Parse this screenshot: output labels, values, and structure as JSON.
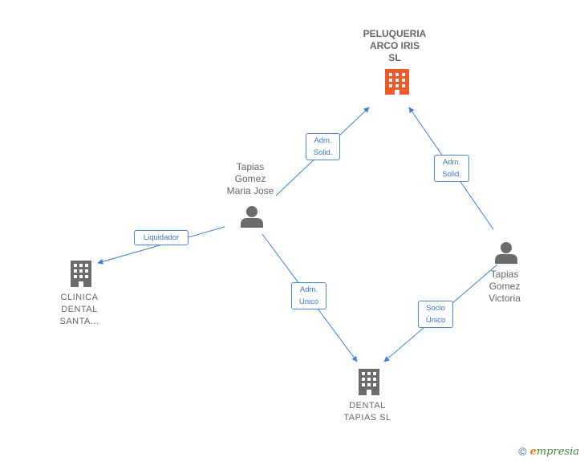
{
  "nodes": {
    "peluqueria": {
      "label_lines": [
        "PELUQUERIA",
        "ARCO IRIS",
        "SL"
      ],
      "type": "company-main"
    },
    "tapias_maria": {
      "label_lines": [
        "Tapias",
        "Gomez",
        "Maria Jose"
      ],
      "type": "person"
    },
    "tapias_victoria": {
      "label_lines": [
        "Tapias",
        "Gomez",
        "Victoria"
      ],
      "type": "person"
    },
    "clinica": {
      "label_lines": [
        "CLINICA",
        "DENTAL",
        "SANTA..."
      ],
      "type": "company"
    },
    "dental_tapias": {
      "label_lines": [
        "DENTAL",
        "TAPIAS SL"
      ],
      "type": "company"
    }
  },
  "edges": [
    {
      "id": "maria-peluqueria",
      "label_lines": [
        "Adm.",
        "Solid."
      ]
    },
    {
      "id": "victoria-peluqueria",
      "label_lines": [
        "Adm.",
        "Solid."
      ]
    },
    {
      "id": "maria-clinica",
      "label_lines": [
        "Liquidador"
      ]
    },
    {
      "id": "maria-dental",
      "label_lines": [
        "Adm.",
        "Unico"
      ]
    },
    {
      "id": "victoria-dental",
      "label_lines": [
        "Socio",
        "Único"
      ]
    }
  ],
  "colors": {
    "edge": "#3b7fd6",
    "main_company": "#f05a28",
    "company": "#6b6b6b",
    "person": "#6b6b6b"
  },
  "footer": {
    "copyright_symbol": "©",
    "brand_initial": "e",
    "brand_rest": "mpresia"
  }
}
